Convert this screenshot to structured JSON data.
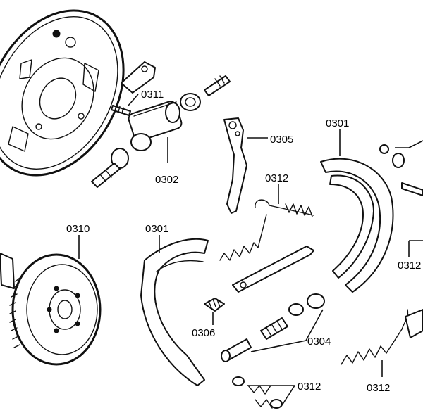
{
  "callouts": {
    "c0311": "0311",
    "c0302": "0302",
    "c0305": "0305",
    "c0301_top": "0301",
    "c0312_mid": "0312",
    "c0312_right": "0312",
    "c0310": "0310",
    "c0301_left": "0301",
    "c0306": "0306",
    "c0304": "0304",
    "c0312_bottom": "0312",
    "c0312_bottom_right": "0312"
  },
  "colors": {
    "ink": "#111111",
    "background": "#ffffff"
  }
}
